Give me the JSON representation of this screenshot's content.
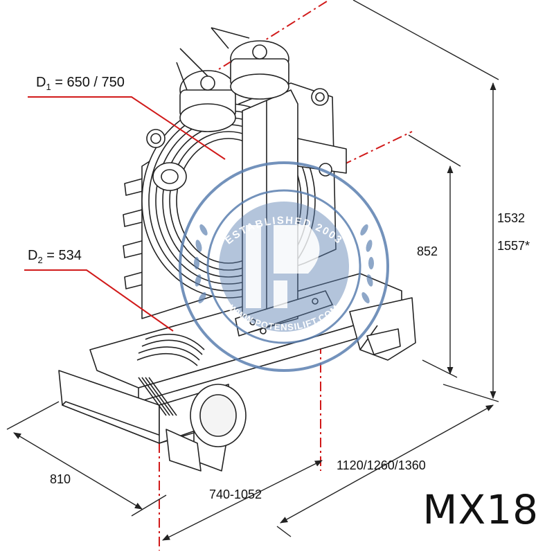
{
  "labels": {
    "d1_prefix": "D",
    "d1_sub": "1",
    "d1_value": " = 650 / 750",
    "d2_prefix": "D",
    "d2_sub": "2",
    "d2_value": " = 534",
    "height_total": "1532",
    "height_total_alt": "1557*",
    "height_mid": "852",
    "depth": "810",
    "width_range": "740-1052",
    "length_options": "1120/1260/1360",
    "model": "MX18"
  },
  "watermark": {
    "top_text": "ESTABLISHED 2003",
    "bottom_text": "WWW.POTENSILIFT.COM",
    "color": "#5b7fb0"
  },
  "colors": {
    "line": "#222222",
    "dim_red": "#d11a1a",
    "background": "#ffffff"
  }
}
